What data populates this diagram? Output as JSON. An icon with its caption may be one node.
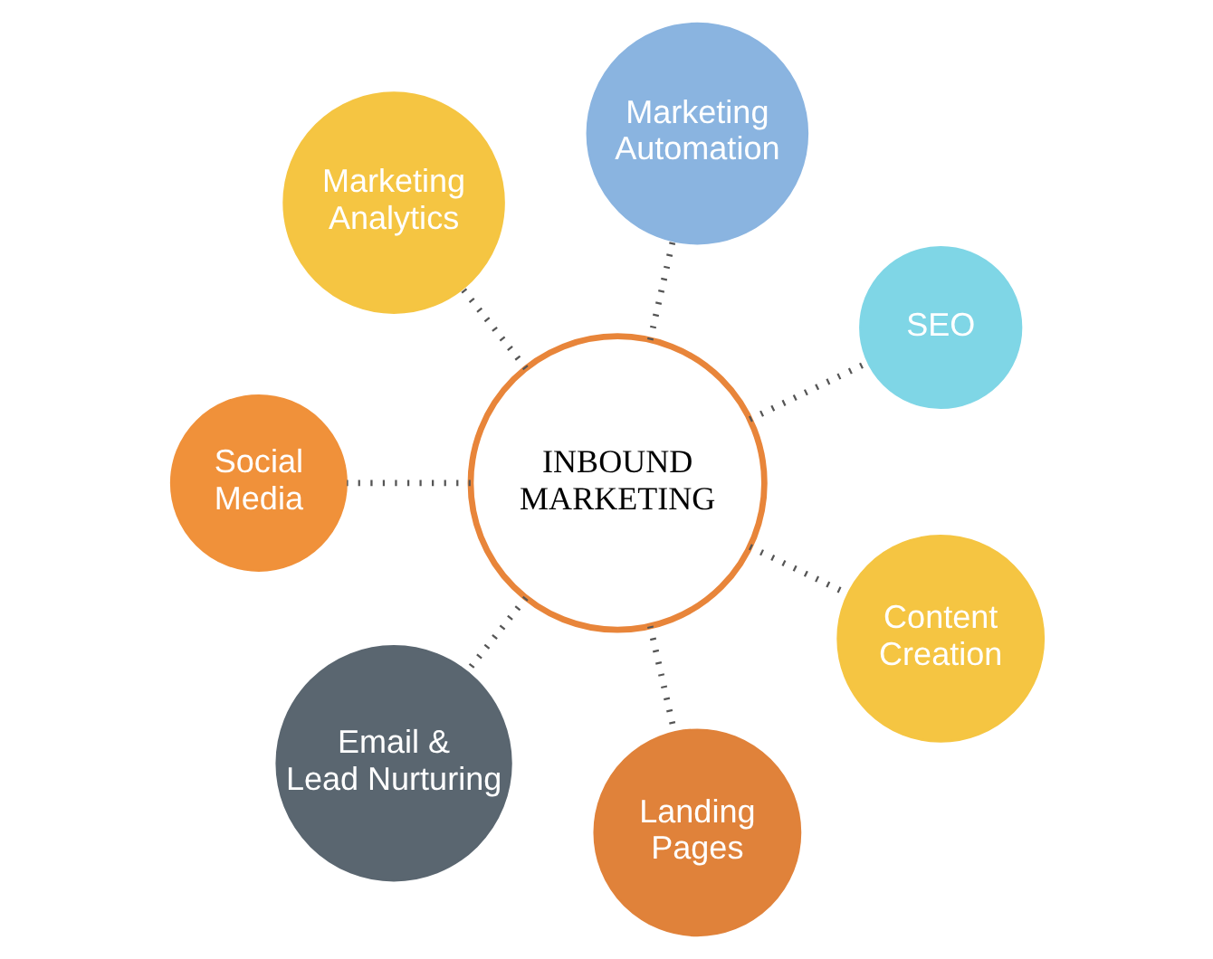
{
  "diagram": {
    "nodes": [
      {
        "text": [
          "INBOUND MARKETING"
        ]
      },
      {
        "text": [
          "SEO"
        ]
      },
      {
        "text": [
          "Marketing Automation"
        ]
      },
      {
        "text": [
          "Marketing Analytics"
        ]
      },
      {
        "text": [
          "Social Media"
        ]
      },
      {
        "text": [
          "Email & Lead Nurturing"
        ]
      },
      {
        "text": [
          "Landing Pages"
        ]
      },
      {
        "text": [
          "Content Creation"
        ]
      }
    ],
    "edges": [
      {
        "from": 0,
        "to": 1,
        "arrow": "none",
        "style": "dashed"
      },
      {
        "from": 0,
        "to": 2,
        "arrow": "none",
        "style": "dashed"
      },
      {
        "from": 0,
        "to": 3,
        "arrow": "none",
        "style": "dashed"
      },
      {
        "from": 0,
        "to": 4,
        "arrow": "none",
        "style": "dashed"
      },
      {
        "from": 0,
        "to": 5,
        "arrow": "none",
        "style": "dashed"
      },
      {
        "from": 0,
        "to": 6,
        "arrow": "none",
        "style": "dashed"
      },
      {
        "from": 0,
        "to": 7,
        "arrow": "none",
        "style": "dashed"
      }
    ]
  }
}
